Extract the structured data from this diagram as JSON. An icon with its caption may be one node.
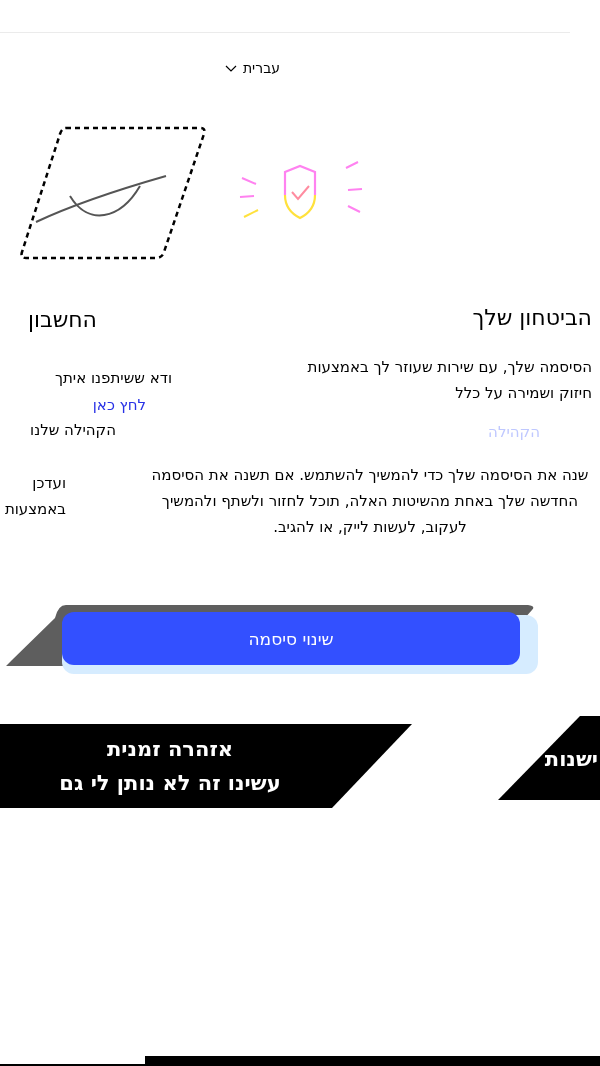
{
  "diagram": {
    "nodes": [
      {
        "text": [
          "שינוי סיסמה"
        ]
      },
      {
        "text": [
          "אזהרה זמנית",
          "עשינו זה לא נותן לי גם"
        ]
      },
      {
        "text": [
          "ישנות"
        ]
      }
    ],
    "labels": [
      "עברית",
      "הביטחון שלך",
      "הסיסמה שלך, עם שירות שעוזר לך באמצעות חיזוק ושמירה על כלל",
      "הקהילה",
      "החשבון",
      "ודא ששיתפנו איתך",
      "לחץ כאן",
      "הקהילה שלנו",
      "ועדכן באמצעות",
      "שנה את הסיסמה שלך כדי להמשיך להשתמש. אם תשנה את הסיסמה החדשה שלך באחת מהשיטות האלה, תוכל לחזור ולשתף ולהמשיך לעקוב, לעשות לייק, או להגיב."
    ]
  }
}
